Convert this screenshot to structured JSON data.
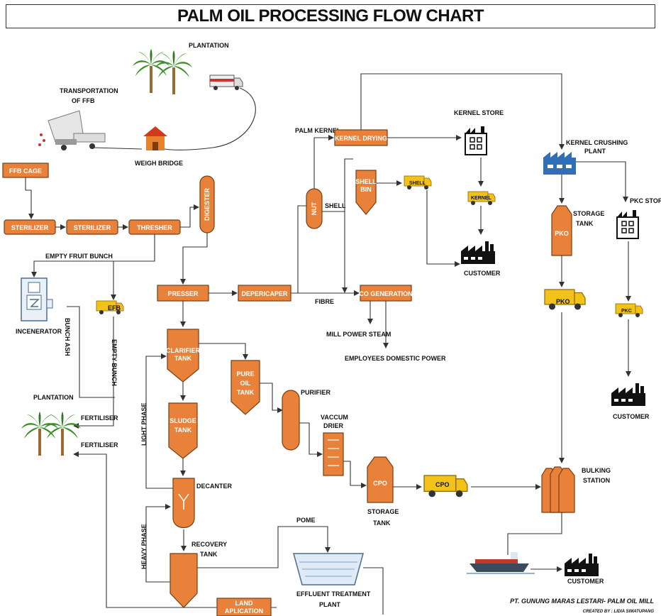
{
  "title": "PALM OIL PROCESSING FLOW CHART",
  "colors": {
    "process": "#e8823a",
    "process_border": "#7a3d12",
    "truck": "#f2c21b",
    "factory": "#111111",
    "plant_blue": "#2e6fb7"
  },
  "icons": [
    "palm-tree-icon",
    "truck-icon",
    "house-icon",
    "factory-icon",
    "ship-icon",
    "incinerator-icon"
  ],
  "labels": {
    "plantation_top": "PLANTATION",
    "transportation": "TRANSPORTATION",
    "of_ffb": "OF FFB",
    "weigh_bridge": "WEIGH BRIDGE",
    "ffb_cage": "FFB CAGE",
    "sterilizer1": "STERILIZER",
    "sterilizer2": "STERILIZER",
    "thresher": "THRESHER",
    "digester": "DIGESTER",
    "empty_fruit_bunch": "EMPTY FRUIT  BUNCH",
    "incenerator": "INCENERATOR",
    "bunch_ash": "BUNCH ASH",
    "efb": "EFB",
    "empty_bunch": "EMPTY BUNCH",
    "plantation_bottom": "PLANTATION",
    "fertiliser1": "FERTILISER",
    "fertiliser2": "FERTILISER",
    "presser": "PRESSER",
    "depericaper": "DEPERICAPER",
    "fibre": "FIBRE",
    "palm_kernel": "PALM KERNEL",
    "kernel_drying": "KERNEL DRYING",
    "nut": "NUT",
    "shell": "SHELL",
    "shell_bin_1": "SHELL",
    "shell_bin_2": "BIN",
    "shell_truck": "SHELL",
    "kernel_store": "KERNEL STORE",
    "kernel_truck": "KERNEL",
    "customer1": "CUSTOMER",
    "co_generation": "CO GENERATION",
    "mill_power_steam": "MILL POWER STEAM",
    "employees_domestic_power": "EMPLOYEES DOMESTIC POWER",
    "kernel_crushing_1": "KERNEL CRUSHING",
    "kernel_crushing_2": "PLANT",
    "pkc_store": "PKC STORE",
    "pko": "PKO",
    "storage_tank_1": "STORAGE",
    "storage_tank_2": "TANK",
    "pko_truck": "PKO",
    "pkc_truck": "PKC",
    "customer2": "CUSTOMER",
    "clarifier_1": "CLARIFIER",
    "clarifier_2": "TANK",
    "pure_oil_1": "PURE",
    "pure_oil_2": "OIL",
    "pure_oil_3": "TANK",
    "purifier": "PURIFIER",
    "vaccum_1": "VACCUM",
    "vaccum_2": "DRIER",
    "light_phase": "LIGHT PHASE",
    "sludge_1": "SLUDGE",
    "sludge_2": "TANK",
    "decanter": "DECANTER",
    "heavy_phase": "HEAVY PHASE",
    "recovery_1": "RECOVERY",
    "recovery_2": "TANK",
    "pome": "POME",
    "effluent_1": "EFFLUENT TREATMENT",
    "effluent_2": "PLANT",
    "land_1": "LAND",
    "land_2": "APLICATION",
    "cpo_tank": "CPO",
    "cpo_storage_1": "STORAGE",
    "cpo_storage_2": "TANK",
    "cpo_truck": "CPO",
    "bulking_1": "BULKING",
    "bulking_2": "STATION",
    "customer3": "CUSTOMER",
    "credit_main": "PT. GUNUNG MARAS LESTARI- PALM OIL MILL",
    "credit_by": "CREATED BY : LIDIA SIMATUPANG"
  }
}
